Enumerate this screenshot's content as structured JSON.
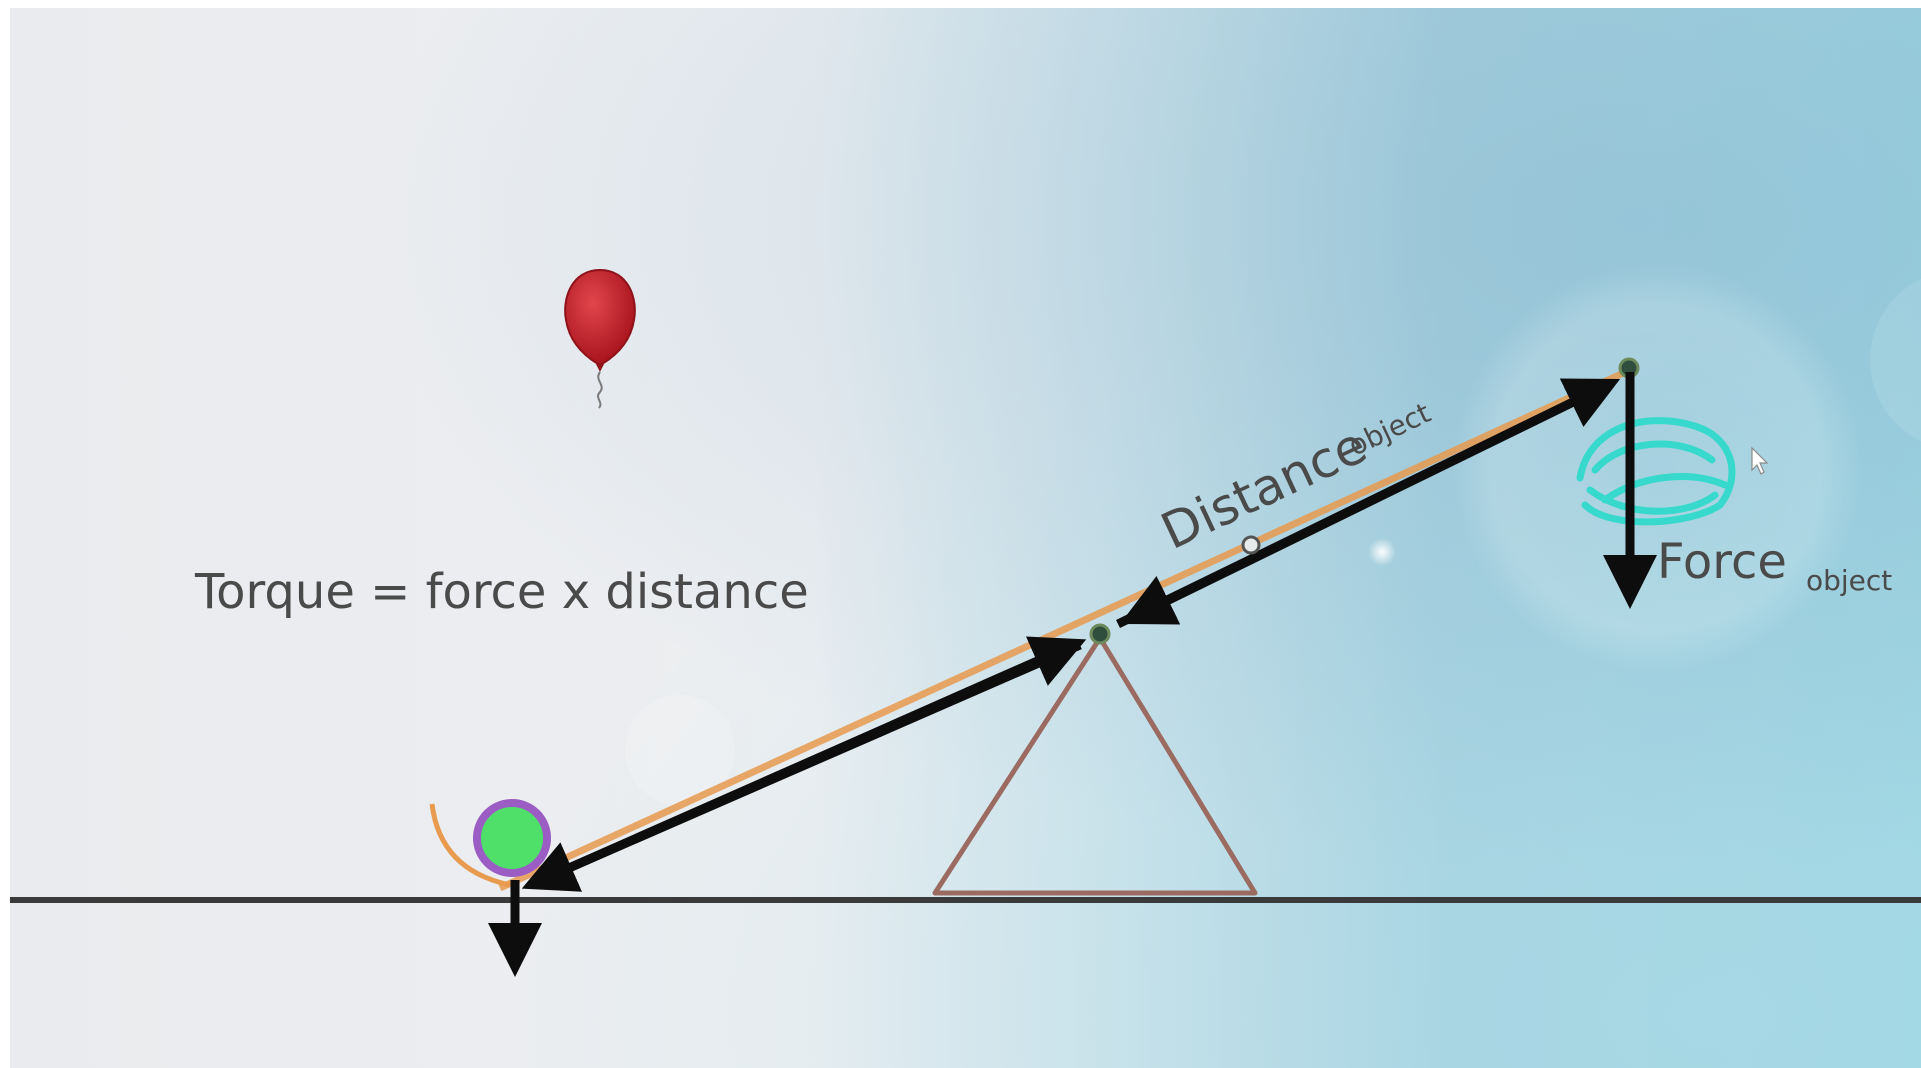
{
  "formula": "Torque = force x distance",
  "distance_label": "Distance",
  "distance_sub": "object",
  "force_label": "Force",
  "force_sub": "object",
  "colors": {
    "arrow": "#0d0d0d",
    "lever_highlight": "#e89a4e",
    "fulcrum": "#9b6a60",
    "ground": "#3a3a3a",
    "balloon": "#c6212b",
    "ball_fill": "#4fe06a",
    "ball_ring": "#9b5cc4",
    "scribble": "#37d9cc"
  },
  "icons": {
    "balloon": "balloon-icon",
    "cursor": "cursor-icon"
  }
}
